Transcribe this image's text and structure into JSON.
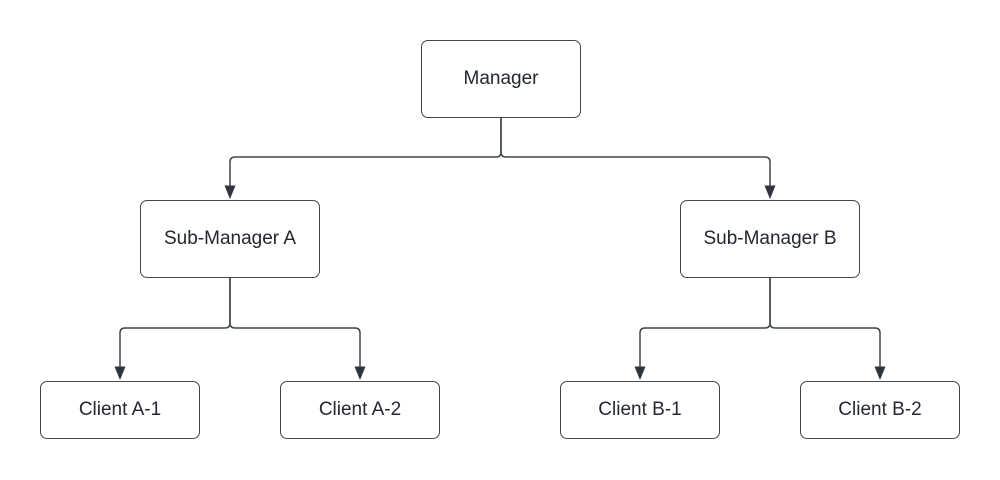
{
  "diagram": {
    "type": "org-chart-flowchart",
    "background_color": "#ffffff",
    "box_fill_color": "#ffffff",
    "box_border_color": "#40474f",
    "connector_color": "#40474f",
    "text_color": "#23272f",
    "nodes": [
      {
        "id": "manager",
        "label": "Manager"
      },
      {
        "id": "sub-manager-a",
        "label": "Sub-Manager A"
      },
      {
        "id": "sub-manager-b",
        "label": "Sub-Manager B"
      },
      {
        "id": "client-a1",
        "label": "Client A-1"
      },
      {
        "id": "client-a2",
        "label": "Client A-2"
      },
      {
        "id": "client-b1",
        "label": "Client B-1"
      },
      {
        "id": "client-b2",
        "label": "Client B-2"
      }
    ],
    "edges": [
      {
        "from": "manager",
        "to": "sub-manager-a",
        "arrow": "filled-triangle"
      },
      {
        "from": "manager",
        "to": "sub-manager-b",
        "arrow": "filled-triangle"
      },
      {
        "from": "sub-manager-a",
        "to": "client-a1",
        "arrow": "filled-triangle"
      },
      {
        "from": "sub-manager-a",
        "to": "client-a2",
        "arrow": "filled-triangle"
      },
      {
        "from": "sub-manager-b",
        "to": "client-b1",
        "arrow": "filled-triangle"
      },
      {
        "from": "sub-manager-b",
        "to": "client-b2",
        "arrow": "filled-triangle"
      }
    ]
  }
}
